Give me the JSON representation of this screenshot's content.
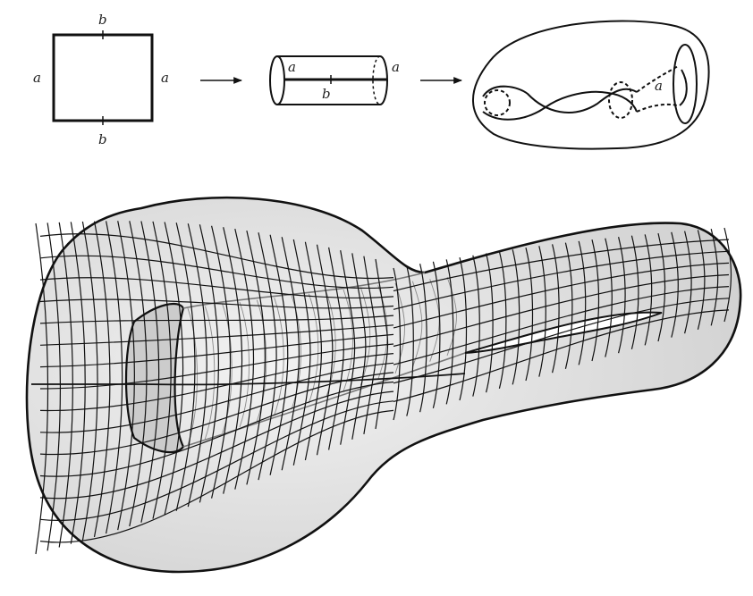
{
  "labels": {
    "square_top": "b",
    "square_bottom": "b",
    "square_left": "a",
    "square_right": "a",
    "cylinder_left": "a",
    "cylinder_right": "a",
    "cylinder_seam": "b",
    "bottle_inner": "a"
  },
  "colors": {
    "stroke": "#111111",
    "surface": "#e4e4e4",
    "hidden_mesh": "#8a8a8a"
  },
  "mesh": {
    "bowl_rings": 30,
    "neck_rings": 26,
    "tube_meridians": 16
  }
}
